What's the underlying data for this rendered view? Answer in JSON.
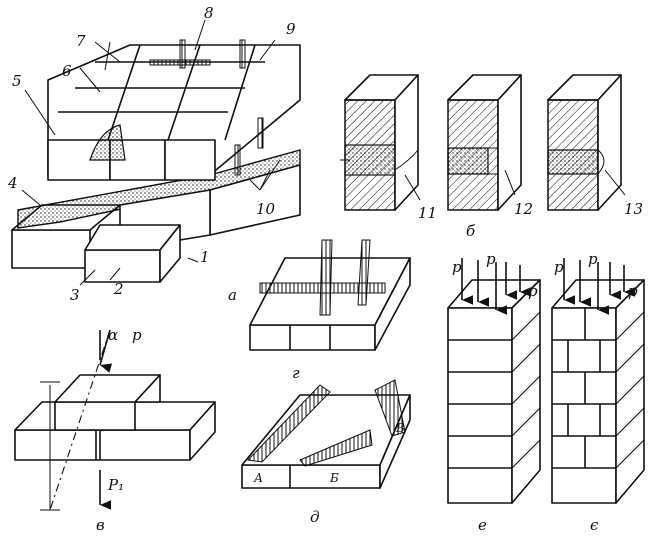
{
  "panels": {
    "a": {
      "caption": "а",
      "callouts": [
        "1",
        "2",
        "3",
        "4",
        "5",
        "6",
        "7",
        "8",
        "9",
        "10"
      ]
    },
    "b": {
      "caption": "б",
      "callouts": [
        "11",
        "12",
        "13"
      ]
    },
    "v": {
      "caption": "в",
      "labels": {
        "alpha": "α",
        "p": "p",
        "p1": "P₁"
      }
    },
    "g": {
      "caption": "г"
    },
    "d": {
      "caption": "д",
      "labels": {
        "a": "А",
        "b": "Б",
        "v": "В"
      }
    },
    "e": {
      "caption": "е",
      "labels": {
        "p": "p"
      }
    },
    "ye": {
      "caption": "є",
      "labels": {
        "p": "p"
      }
    }
  },
  "colors": {
    "ink": "#111111",
    "paper": "#ffffff",
    "mortar": "#c8c8c8"
  }
}
